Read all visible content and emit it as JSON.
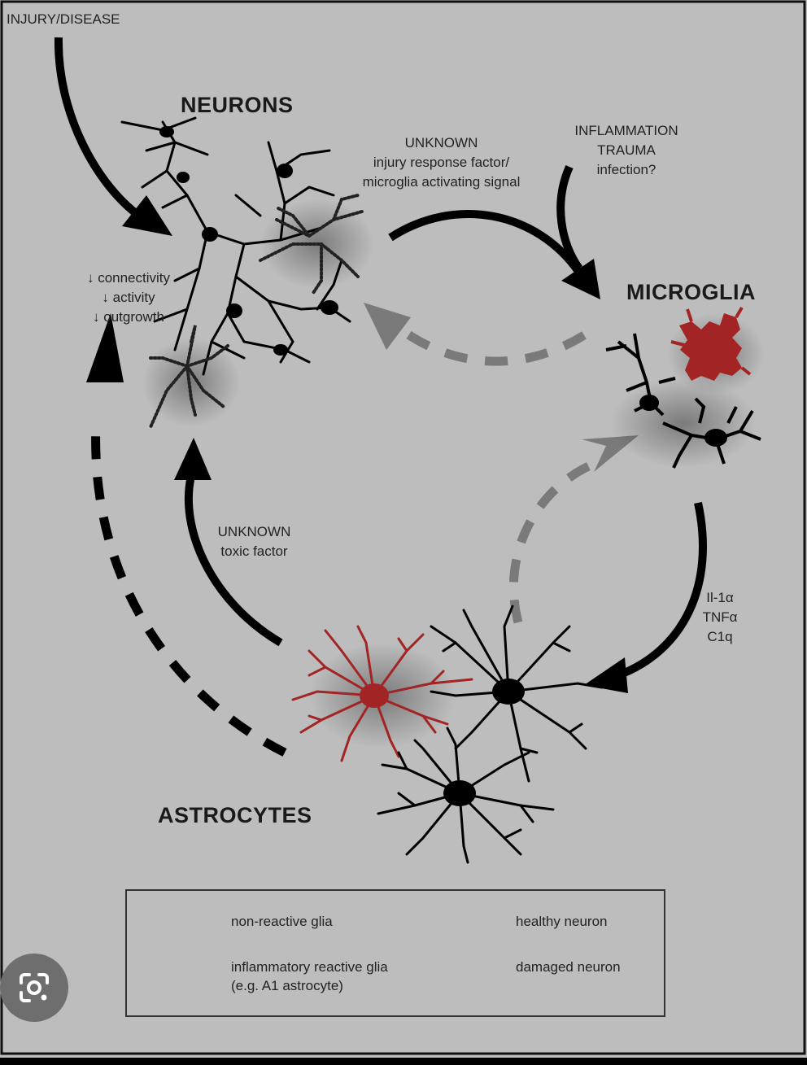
{
  "labels": {
    "injury_disease": "INJURY/DISEASE",
    "neurons": "NEURONS",
    "microglia": "MICROGLIA",
    "astrocytes": "ASTROCYTES",
    "unknown_top": "UNKNOWN\ninjury response factor/\nmicroglia activating signal",
    "inflammation": "INFLAMMATION\nTRAUMA\ninfection?",
    "effects": "↓ connectivity\n↓ activity\n↓ outgrowth",
    "unknown_toxic": "UNKNOWN\ntoxic factor",
    "cytokines": "Il-1α\nTNFα\nC1q"
  },
  "legend": {
    "non_reactive": "non-reactive glia",
    "inflammatory": "inflammatory reactive glia\n(e.g. A1 astrocyte)",
    "healthy": "healthy neuron",
    "damaged": "damaged neuron"
  },
  "colors": {
    "background": "#bdbdbd",
    "solid_arrow": "#000000",
    "dashed_gray_arrow": "#7a7a7a",
    "reactive_red": "#a32424"
  },
  "lens_button": {
    "icon": "google-lens-icon"
  }
}
